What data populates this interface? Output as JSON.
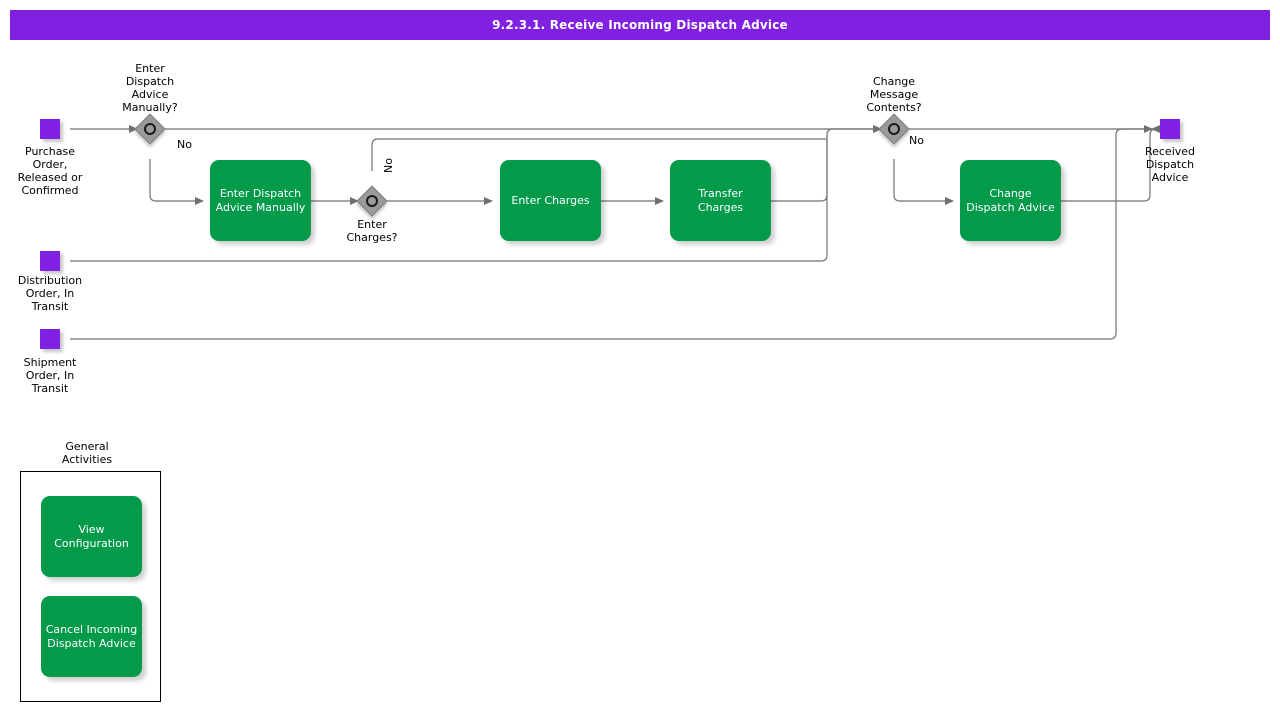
{
  "header": {
    "title": "9.2.3.1. Receive Incoming Dispatch Advice",
    "background_color": "#8020E0",
    "text_color": "#FFFFFF"
  },
  "palette": {
    "event_purple": "#8020E0",
    "task_green": "#039A4A",
    "gateway_gray": "#9A9A9A",
    "connector_gray": "#666666",
    "group_border": "#000000"
  },
  "diagram": {
    "type": "bpmn-process",
    "start_events": [
      {
        "id": "purchase-order",
        "label": "Purchase\nOrder,\nReleased or\nConfirmed"
      },
      {
        "id": "distribution-order",
        "label": "Distribution\nOrder, In\nTransit"
      },
      {
        "id": "shipment-order",
        "label": "Shipment\nOrder, In\nTransit"
      }
    ],
    "end_events": [
      {
        "id": "received-dispatch-advice",
        "label": "Received\nDispatch\nAdvice"
      }
    ],
    "gateways": [
      {
        "id": "enter-manually",
        "label": "Enter\nDispatch\nAdvice\nManually?"
      },
      {
        "id": "enter-charges",
        "label": "Enter\nCharges?"
      },
      {
        "id": "change-message",
        "label": "Change\nMessage\nContents?"
      }
    ],
    "tasks": [
      {
        "id": "enter-dispatch-advice-manually",
        "label": "Enter Dispatch\nAdvice Manually"
      },
      {
        "id": "enter-charges",
        "label": "Enter Charges"
      },
      {
        "id": "transfer-charges",
        "label": "Transfer\nCharges"
      },
      {
        "id": "change-dispatch-advice",
        "label": "Change\nDispatch Advice"
      }
    ],
    "flow_labels": [
      {
        "id": "no-enter-manually",
        "text": "No"
      },
      {
        "id": "no-enter-charges",
        "text": "No"
      },
      {
        "id": "no-change-message",
        "text": "No"
      }
    ],
    "groups": [
      {
        "id": "general-activities",
        "label": "General\nActivities",
        "tasks": [
          {
            "id": "view-configuration",
            "label": "View\nConfiguration"
          },
          {
            "id": "cancel-incoming-dispatch-advice",
            "label": "Cancel Incoming\nDispatch Advice"
          }
        ]
      }
    ]
  }
}
